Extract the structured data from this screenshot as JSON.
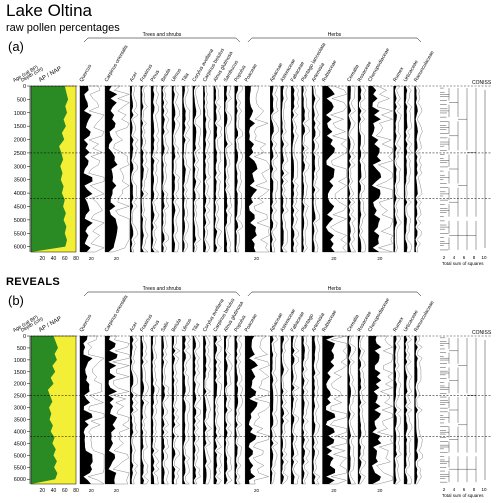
{
  "figure": {
    "title": "Lake Oltina",
    "subtitle": "raw pollen percentages",
    "panel_a_label": "(a)",
    "panel_b_label": "(b)",
    "panel_b_title": "REVEALS"
  },
  "axes": {
    "age_label": "Age (cal BP)",
    "depth_label": "Depth (cm)",
    "ap_nap_label": "AP / NAP",
    "age_ticks": [
      "0",
      "500",
      "1000",
      "1500",
      "2000",
      "2500",
      "3000",
      "3500",
      "4000",
      "4500",
      "5000",
      "5500",
      "6000"
    ],
    "ap_ticks": [
      "20",
      "40",
      "60",
      "80"
    ],
    "coniss_label": "CONISS",
    "coniss_xlabel": "Total sum of squares",
    "coniss_ticks": [
      "2",
      "4",
      "6",
      "8",
      "10"
    ]
  },
  "groups": {
    "trees": "Trees and shrubs",
    "herbs": "Herbs"
  },
  "zone_boundaries": [
    2500,
    4200
  ],
  "colors": {
    "ap": "#2a8a23",
    "nap": "#f2ef36",
    "fill": "#000000",
    "line": "#555555"
  },
  "panel_a_taxa": {
    "trees": [
      "Quercus",
      "Carpinus orientalis",
      "Acer",
      "Fraxinus",
      "Pinus",
      "Betula",
      "Ulmus",
      "Tilia",
      "Corylus avellana",
      "Carpinus betulus",
      "Alnus glutinosa",
      "Sambucus",
      "Populus"
    ],
    "herbs": [
      "Poaceae",
      "Apiaceae",
      "Asteraceae",
      "Fabaceae",
      "Plantago lanceolata",
      "Artemisia",
      "Rubiaceae",
      "Cerealia",
      "Rosaceae",
      "Chenopodiaceae",
      "Rumex",
      "Urticaceae",
      "Ranunculaceae"
    ]
  },
  "panel_b_taxa": {
    "trees": [
      "Quercus",
      "Carpinus orientalis",
      "Acer",
      "Fraxinus",
      "Pinus",
      "Salix",
      "Betula",
      "Ulmus",
      "Tilia",
      "Corylus avellana",
      "Carpinus betulus",
      "Alnus glutinosa",
      "Populus"
    ],
    "herbs": [
      "Poaceae",
      "Apiaceae",
      "Asteraceae",
      "Fabaceae",
      "Plantago",
      "Artemisia",
      "Rubiaceae",
      "Cerealia",
      "Rosaceae",
      "Chenopodiaceae",
      "Rumex",
      "Urticaceae",
      "Ranunculaceae"
    ]
  },
  "chart_data": [
    {
      "type": "area",
      "title": "Lake Oltina",
      "subtitle": "raw pollen percentages",
      "ylabel": "Age (cal BP)",
      "ylim": [
        0,
        6200
      ],
      "ap_xlim": [
        0,
        80
      ],
      "ap_series": [
        {
          "age": 0,
          "ap": 60
        },
        {
          "age": 250,
          "ap": 63
        },
        {
          "age": 500,
          "ap": 66
        },
        {
          "age": 750,
          "ap": 61
        },
        {
          "age": 1000,
          "ap": 64
        },
        {
          "age": 1250,
          "ap": 58
        },
        {
          "age": 1500,
          "ap": 62
        },
        {
          "age": 1750,
          "ap": 55
        },
        {
          "age": 2000,
          "ap": 59
        },
        {
          "age": 2250,
          "ap": 50
        },
        {
          "age": 2500,
          "ap": 54
        },
        {
          "age": 2750,
          "ap": 57
        },
        {
          "age": 3000,
          "ap": 52
        },
        {
          "age": 3250,
          "ap": 56
        },
        {
          "age": 3500,
          "ap": 53
        },
        {
          "age": 3750,
          "ap": 58
        },
        {
          "age": 4000,
          "ap": 55
        },
        {
          "age": 4250,
          "ap": 60
        },
        {
          "age": 4500,
          "ap": 57
        },
        {
          "age": 4750,
          "ap": 62
        },
        {
          "age": 5000,
          "ap": 58
        },
        {
          "age": 5250,
          "ap": 63
        },
        {
          "age": 5500,
          "ap": 60
        },
        {
          "age": 5750,
          "ap": 64
        },
        {
          "age": 6000,
          "ap": 61
        }
      ]
    },
    {
      "type": "area",
      "title": "REVEALS",
      "ylabel": "Age (cal BP)",
      "ylim": [
        0,
        6200
      ],
      "ap_xlim": [
        0,
        80
      ],
      "ap_series": [
        {
          "age": 0,
          "ap": 40
        },
        {
          "age": 250,
          "ap": 44
        },
        {
          "age": 500,
          "ap": 48
        },
        {
          "age": 750,
          "ap": 42
        },
        {
          "age": 1000,
          "ap": 46
        },
        {
          "age": 1250,
          "ap": 38
        },
        {
          "age": 1500,
          "ap": 43
        },
        {
          "age": 1750,
          "ap": 35
        },
        {
          "age": 2000,
          "ap": 40
        },
        {
          "age": 2250,
          "ap": 30
        },
        {
          "age": 2500,
          "ap": 34
        },
        {
          "age": 2750,
          "ap": 38
        },
        {
          "age": 3000,
          "ap": 32
        },
        {
          "age": 3250,
          "ap": 36
        },
        {
          "age": 3500,
          "ap": 33
        },
        {
          "age": 3750,
          "ap": 39
        },
        {
          "age": 4000,
          "ap": 35
        },
        {
          "age": 4250,
          "ap": 42
        },
        {
          "age": 4500,
          "ap": 38
        },
        {
          "age": 4750,
          "ap": 44
        },
        {
          "age": 5000,
          "ap": 40
        },
        {
          "age": 5250,
          "ap": 46
        },
        {
          "age": 5500,
          "ap": 41
        },
        {
          "age": 5750,
          "ap": 47
        },
        {
          "age": 6000,
          "ap": 43
        }
      ]
    }
  ]
}
